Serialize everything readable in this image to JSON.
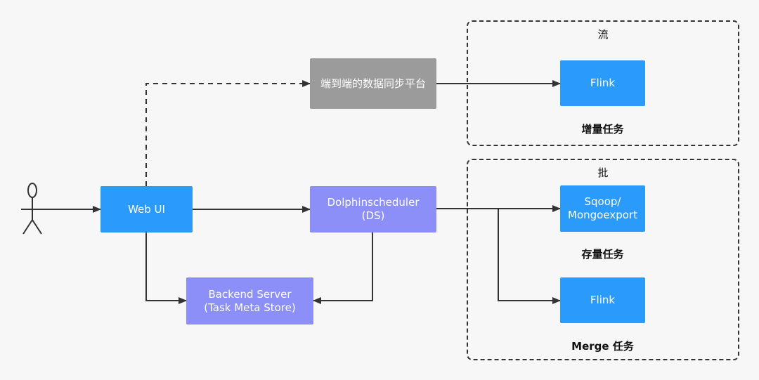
{
  "nodes": {
    "web_ui": "Web UI",
    "sync_platform": "端到端的数据同步平台",
    "dolphin": "Dolphinscheduler\n(DS)",
    "backend": "Backend Server\n(Task Meta Store)",
    "flink_stream": "Flink",
    "sqoop": "Sqoop/\nMongoexport",
    "flink_merge": "Flink"
  },
  "groups": {
    "stream_title": "流",
    "batch_title": "批"
  },
  "captions": {
    "incremental": "增量任务",
    "stock": "存量任务",
    "merge": "Merge 任务"
  },
  "colors": {
    "blue": "#2a9bfa",
    "purple": "#8b8ff7",
    "gray": "#9b9b9b",
    "line": "#333333"
  },
  "icons": {
    "actor": "stick-figure-user-icon"
  }
}
